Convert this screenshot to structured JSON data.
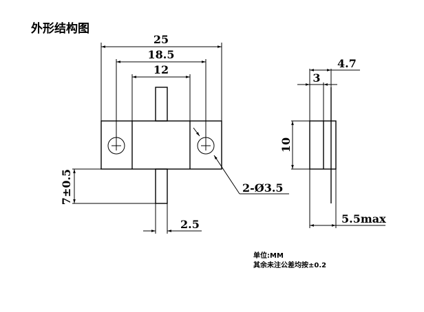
{
  "title": "外形结构图",
  "dimensions": {
    "overall_width": "25",
    "hole_spacing": "18.5",
    "body_width": "12",
    "lead_length": "7±0.5",
    "lead_width": "2.5",
    "holes": "2-Ø3.5",
    "total_thickness": "4.7",
    "base_thickness": "3",
    "height": "10",
    "max_thickness": "5.5max"
  },
  "notes": {
    "unit": "单位:MM",
    "tolerance": "其余未注公差均按±0.2"
  }
}
